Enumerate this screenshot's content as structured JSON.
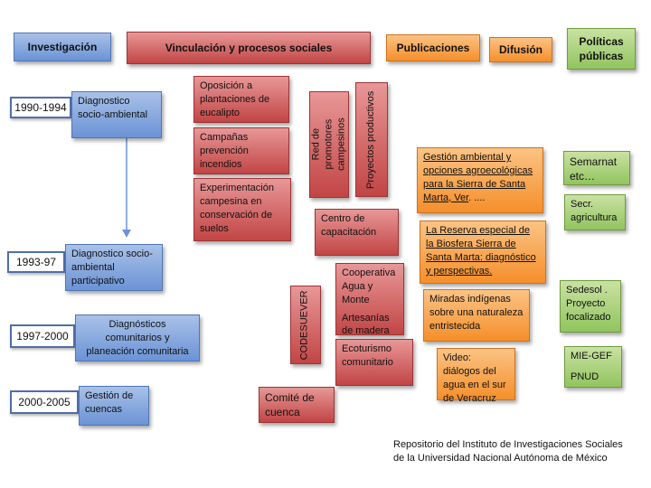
{
  "headers": {
    "investigacion": "Investigación",
    "vinculacion": "Vinculación y procesos sociales",
    "publicaciones": "Publicaciones",
    "difusion": "Difusión",
    "politicas": "Políticas públicas"
  },
  "investigacion": {
    "years": [
      "1990-1994",
      "1993-97",
      "1997-2000",
      "2000-2005"
    ],
    "items": [
      "Diagnostico socio-ambiental",
      "Diagnostico socio-ambiental participativo",
      "Diagnósticos comunitarios y planeación comunitaria",
      "Gestión de cuencas"
    ]
  },
  "vinculacion": {
    "oposicion": "Oposición a plantaciones de eucalipto",
    "campanas": "Campañas prevención incendios",
    "experimentacion": "Experimentación campesina en conservación de suelos",
    "red_promotores": "Red de promotores campesinos",
    "proyectos_productivos": "Proyectos productivos",
    "centro_capacitacion": "Centro de capacitación",
    "codesuever": "CODESUEVER",
    "cooperativa": "Cooperativa Agua y Monte",
    "artesanias": "Artesanías de madera",
    "ecoturismo": "Ecoturismo comunitario",
    "comite_cuenca": "Comité de cuenca"
  },
  "publicaciones": {
    "gestion_ambiental": "Gestión ambiental y opciones agroecológicas para la Sierra de Santa Marta, Ver",
    "gestion_suffix": ". ....",
    "reserva": "La Reserva especial de la Biosfera Sierra de Santa Marta: diagnóstico y perspectivas.",
    "miradas": "Miradas indígenas sobre una naturaleza entristecida",
    "video": "Video: diálogos del agua en el sur de Veracruz"
  },
  "politicas": {
    "semarnat": "Semarnat etc…",
    "secr_agricultura": "Secr. agricultura",
    "sedesol": "Sedesol . Proyecto focalizado",
    "mie_gef": "MIE-GEF",
    "pnud": "PNUD"
  },
  "credit": {
    "line1": "Repositorio del Instituto de Investigaciones Sociales",
    "line2": "de la Universidad Nacional Autónoma de México"
  },
  "colors": {
    "blue": "#6b93d6",
    "red": "#c24545",
    "orange": "#f58f2b",
    "green": "#92c45f",
    "connector": "#6b93d6"
  }
}
